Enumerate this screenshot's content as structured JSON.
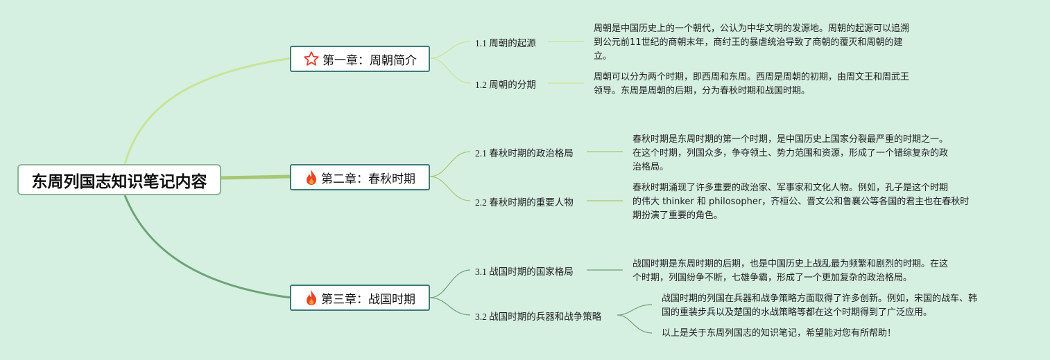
{
  "root": {
    "title": "东周列国志知识笔记内容"
  },
  "chapters": [
    {
      "label": "第一章：周朝简介",
      "icon": "star-outline-icon",
      "icon_color": "#e23c35"
    },
    {
      "label": "第二章：春秋时期",
      "icon": "fire-icon",
      "icon_color": "#e8442a"
    },
    {
      "label": "第三章：战国时期",
      "icon": "fire-icon",
      "icon_color": "#e8442a"
    }
  ],
  "sections": [
    {
      "label": "1.1 周朝的起源"
    },
    {
      "label": "1.2 周朝的分期"
    },
    {
      "label": "2.1 春秋时期的政治格局"
    },
    {
      "label": "2.2 春秋时期的重要人物"
    },
    {
      "label": "3.1 战国时期的国家格局"
    },
    {
      "label": "3.2 战国时期的兵器和战争策略"
    }
  ],
  "details": [
    {
      "lines": [
        "周朝是中国历史上的一个朝代，公认为中华文明的发源地。周朝的起源可以追溯",
        "到公元前11世纪的商朝末年，商纣王的暴虐统治导致了商朝的覆灭和周朝的建",
        "立。"
      ]
    },
    {
      "lines": [
        "周朝可以分为两个时期，即西周和东周。西周是周朝的初期，由周文王和周武王",
        "领导。东周是周朝的后期，分为春秋时期和战国时期。"
      ]
    },
    {
      "lines": [
        "春秋时期是东周时期的第一个时期，是中国历史上国家分裂最严重的时期之一。",
        "在这个时期，列国众多，争夺领土、势力范围和资源，形成了一个错综复杂的政",
        "治格局。"
      ]
    },
    {
      "lines": [
        "春秋时期涌现了许多重要的政治家、军事家和文化人物。例如，孔子是这个时期",
        "的伟大 thinker 和 philosopher，齐桓公、晋文公和鲁襄公等各国的君主也在春秋时",
        "期扮演了重要的角色。"
      ]
    },
    {
      "lines": [
        "战国时期是东周时期的后期，也是中国历史上战乱最为频繁和剧烈的时期。在这",
        "个时期，列国纷争不断，七雄争霸，形成了一个更加复杂的政治格局。"
      ]
    },
    {
      "lines": [
        "战国时期的列国在兵器和战争策略方面取得了许多创新。例如，宋国的战车、韩",
        "国的重装步兵以及楚国的水战策略等都在这个时期得到了广泛应用。"
      ]
    },
    {
      "lines": [
        "以上是关于东周列国志的知识笔记，希望能对您有所帮助！"
      ]
    }
  ],
  "colors": {
    "background": "#d5efe0",
    "branch_1": "#c6e59a",
    "branch_2": "#a8c773",
    "branch_3": "#6fa27a",
    "chapter_border": "#3e7a7a"
  }
}
